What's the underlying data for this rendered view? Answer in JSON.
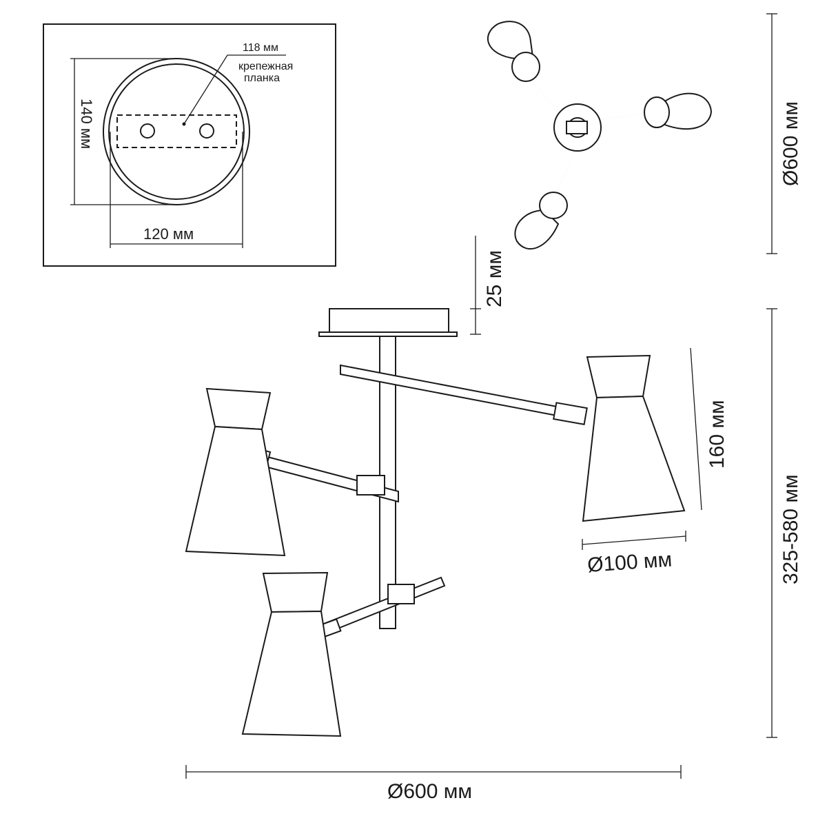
{
  "mount_detail": {
    "plate_length": "118 мм",
    "plate_label_line1": "крепежная",
    "plate_label_line2": "планка",
    "height": "140 мм",
    "width": "120 мм"
  },
  "dimensions": {
    "top_view_diameter": "Ø600 мм",
    "canopy_height": "25 мм",
    "shade_height": "160 мм",
    "shade_diameter": "Ø100 мм",
    "total_height": "325-580 мм",
    "total_diameter": "Ø600 мм"
  },
  "colors": {
    "line": "#1a1a1a",
    "background": "#ffffff"
  }
}
